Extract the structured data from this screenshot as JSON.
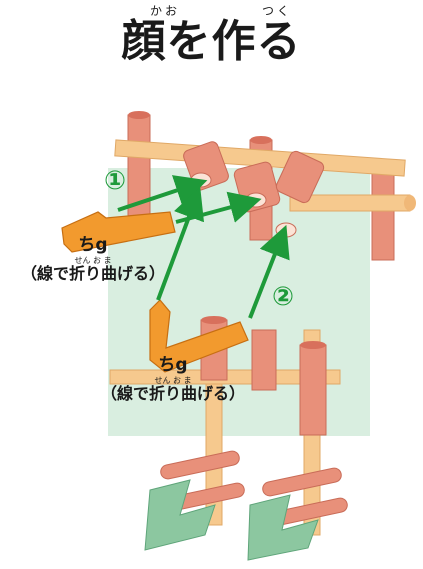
{
  "title": {
    "ruby_kao": "かお",
    "ruby_tsuku": "つく",
    "text": "顔を作る"
  },
  "labels": {
    "upper": {
      "main": "ちg",
      "sub": "（線で折り曲げる）",
      "ruby": [
        "せん",
        "お",
        "ま"
      ]
    },
    "lower": {
      "main": "ちg",
      "sub": "（線で折り曲げる）",
      "ruby": [
        "せん",
        "お",
        "ま"
      ]
    }
  },
  "steps": [
    "①",
    "②"
  ],
  "colors": {
    "pipe_salmon": "#e8907a",
    "pipe_cream": "#f6c98e",
    "bracket_orange": "#f29a2e",
    "foot_green": "#8cc7a0",
    "bg_panel": "#d9eee0",
    "arrow_green": "#1e9a3a"
  }
}
